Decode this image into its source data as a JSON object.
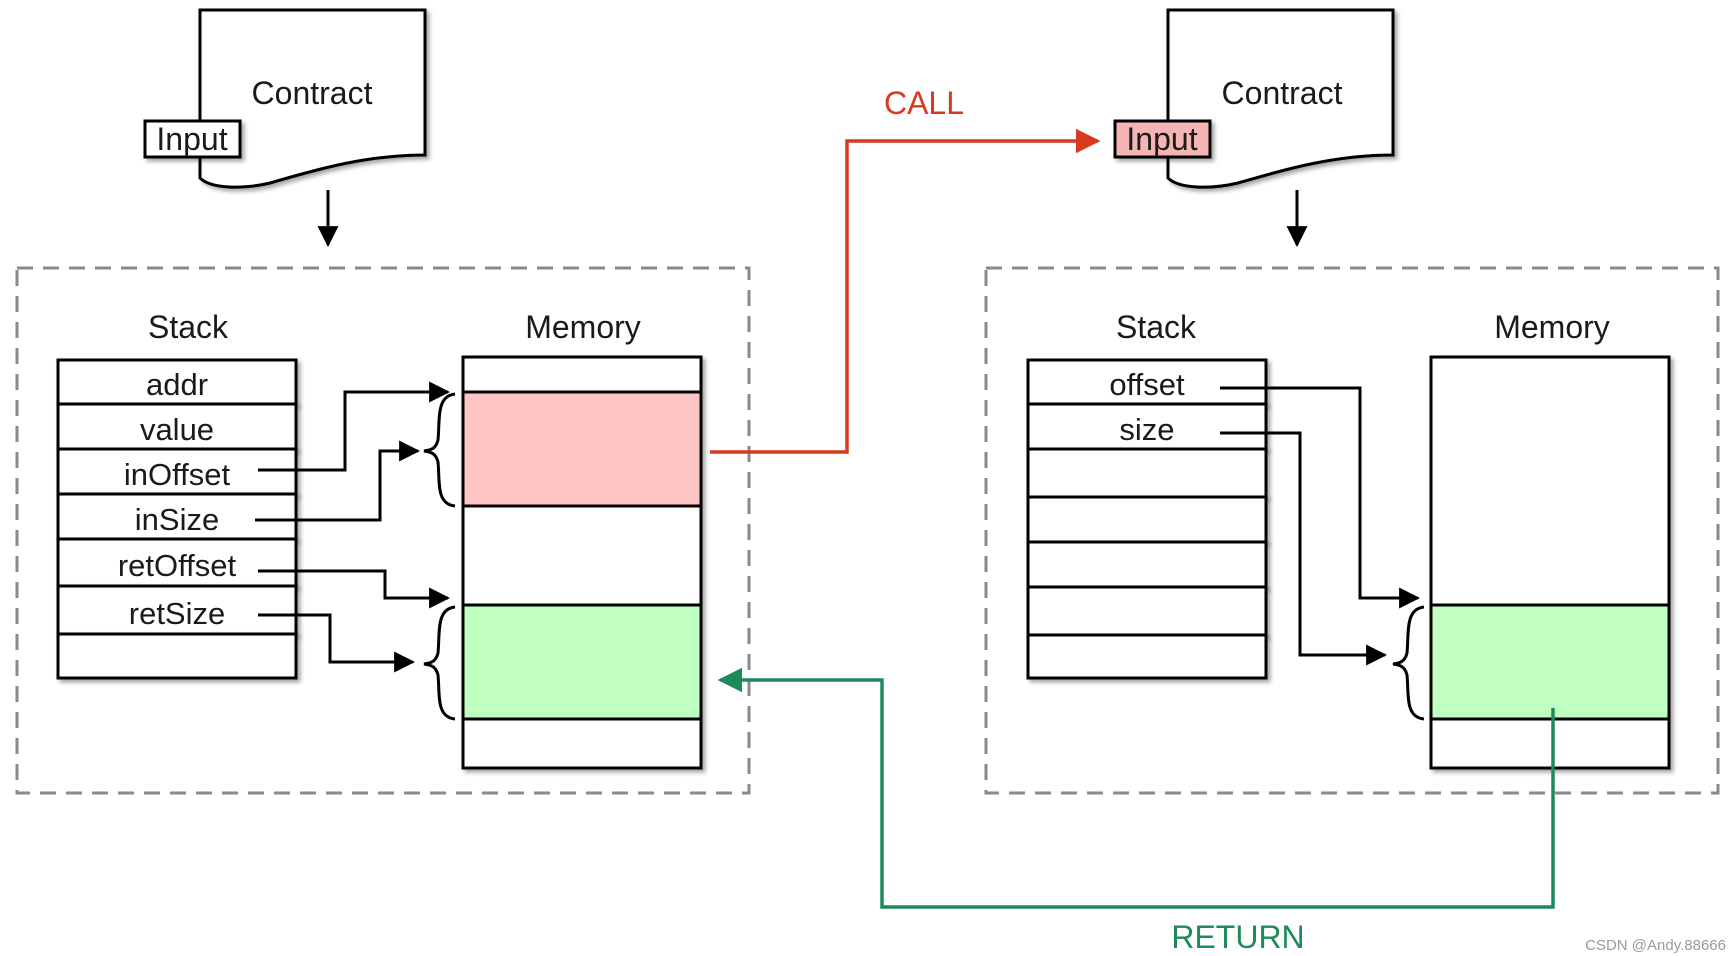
{
  "caller": {
    "contract_label": "Contract",
    "input_label": "Input",
    "stack_label": "Stack",
    "memory_label": "Memory",
    "stack_cells": [
      "addr",
      "value",
      "inOffset",
      "inSize",
      "retOffset",
      "retSize",
      ""
    ]
  },
  "callee": {
    "contract_label": "Contract",
    "input_label": "Input",
    "stack_label": "Stack",
    "memory_label": "Memory",
    "stack_cells": [
      "offset",
      "size",
      "",
      "",
      "",
      "",
      ""
    ]
  },
  "call_label": "CALL",
  "return_label": "RETURN",
  "watermark": "CSDN @Andy.88666",
  "colors": {
    "call": "#d93a1f",
    "return": "#1e8a5a",
    "input_region": "#ffc4c4",
    "return_region": "#bfffbf",
    "callee_input_box": "#f5b5b5",
    "dashed_border": "#8a8a8a"
  }
}
